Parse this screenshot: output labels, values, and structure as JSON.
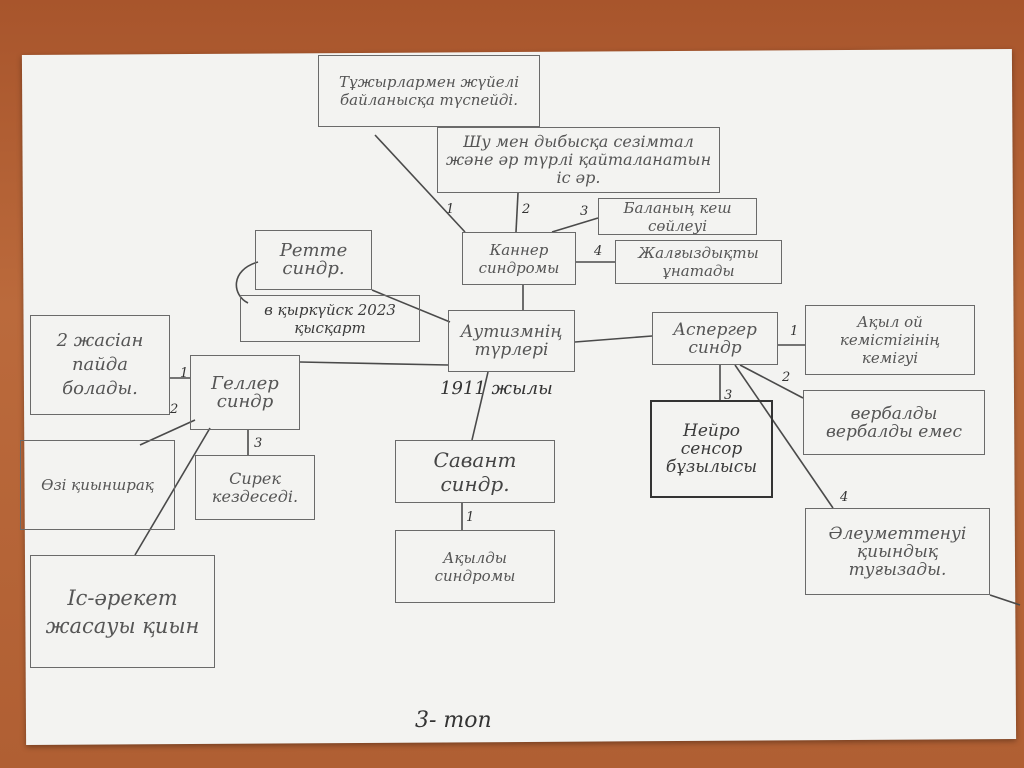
{
  "title": "Аутизмнің түрлері",
  "subtitle": "1911 жылы",
  "footer": "3- топ",
  "nodes": {
    "autism": "Аутизмнің түрлері",
    "kanner": "Каннер синдромы",
    "kanner_1": "Тұжырлармен жүйелі байланысқа түспейді.",
    "kanner_2": "Шу мен дыбысқа сезімтал және әр түрлі қайталанатын іс әр.",
    "kanner_3": "Баланың кеш сөйлеуі",
    "kanner_4": "Жалғыздықты ұнатады",
    "rett": "Ретте синдр.",
    "rett_note": "в қыркүйск 2023 қысқарт",
    "asperger": "Аспергер синдр",
    "asperger_1": "Ақыл ой кемістігінің кемігуі",
    "asperger_2": "вербалды вербалды емес",
    "asperger_3": "Нейро сенсор бұзылысы",
    "asperger_4": "Әлеуметтенуі қиындық туғызады.",
    "geller": "Геллер синдр",
    "geller_1": "2 жасіан пайда болады.",
    "geller_2": "Өзі қиыншрақ",
    "geller_3": "Сирек кездеседі.",
    "geller_4": "Іс-әрекет жасауы қиын",
    "savant": "Савант синдр.",
    "savant_1": "Ақылды синдромы"
  },
  "edge_labels": [
    "1",
    "2",
    "3",
    "4"
  ]
}
